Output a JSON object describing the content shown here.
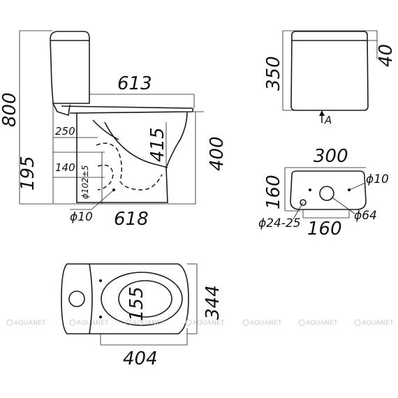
{
  "brand": {
    "watermark": "AQUANET"
  },
  "side_view": {
    "height_total": "800",
    "length_top": "613",
    "length_bottom": "618",
    "inlet_height": "250",
    "bowl_height": "415",
    "seat_height": "400",
    "outlet_height": "195",
    "outlet_offset": "140",
    "outlet_diameter": "ϕ102±5",
    "fixing_hole": "ϕ10"
  },
  "front_view": {
    "cistern_height": "350",
    "lid_height": "40",
    "view_label": "A"
  },
  "cistern_bottom": {
    "width": "300",
    "depth": "160",
    "hole_spacing": "160",
    "hole_small": "ϕ10",
    "hole_inlet": "ϕ24-25",
    "hole_flush": "ϕ64"
  },
  "top_view": {
    "width": "344",
    "fixing_spacing": "155",
    "fixing_distance": "404"
  }
}
